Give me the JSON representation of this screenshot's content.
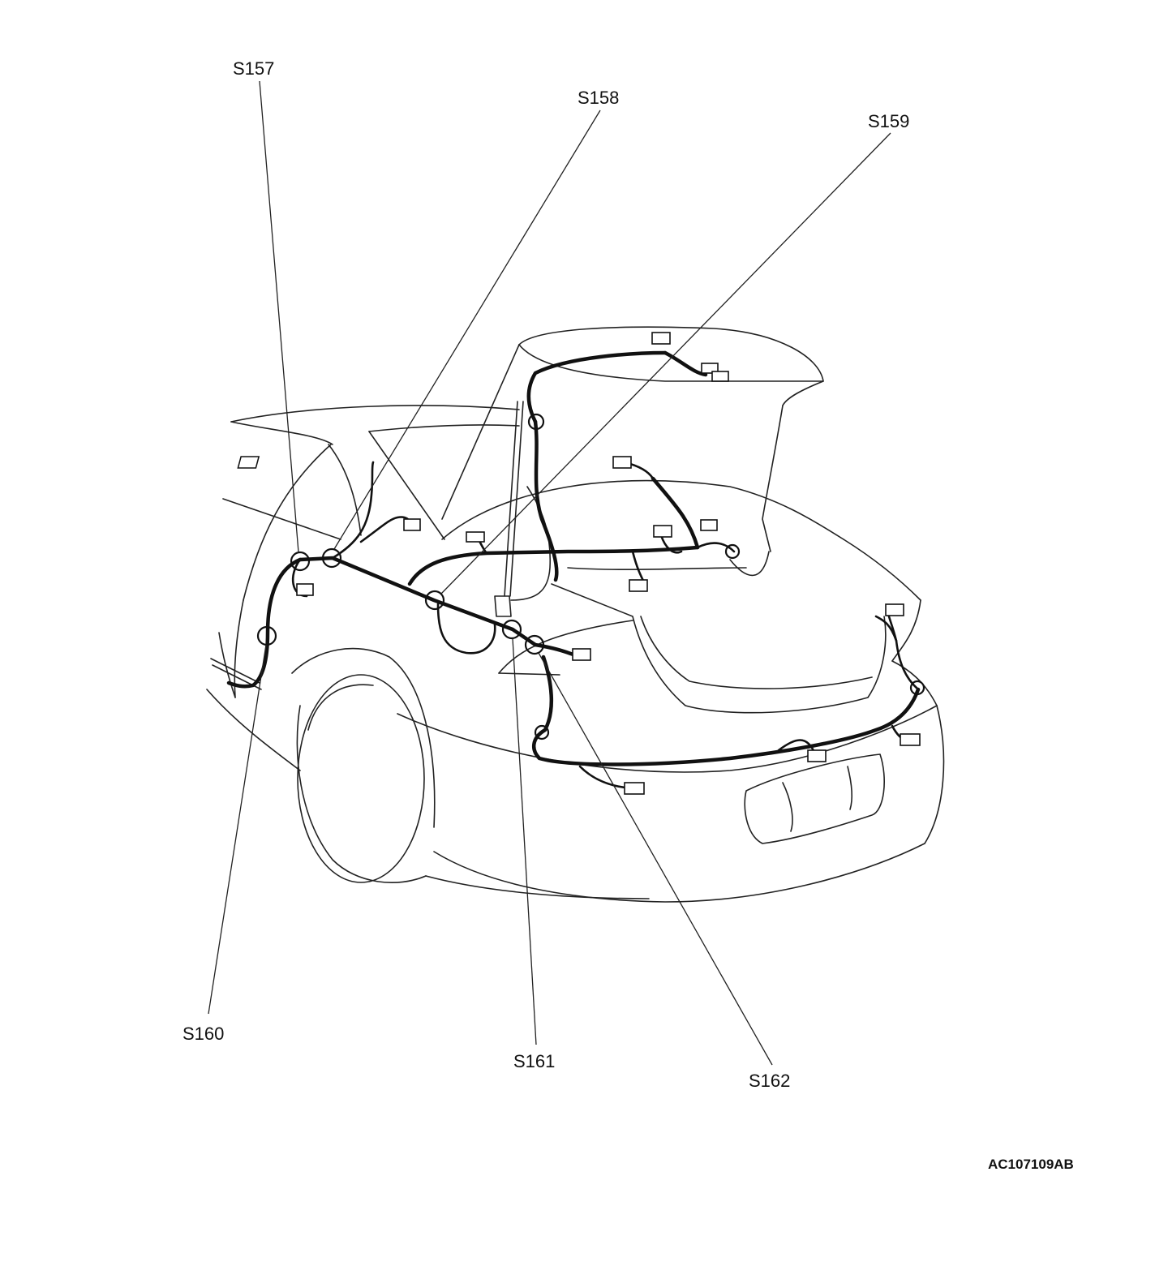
{
  "figure": {
    "code": "AC107109AB",
    "colors": {
      "line": "#222222",
      "harness": "#111111",
      "background": "#ffffff"
    }
  },
  "splices": [
    {
      "id": "s157",
      "label": "S157"
    },
    {
      "id": "s158",
      "label": "S158"
    },
    {
      "id": "s159",
      "label": "S159"
    },
    {
      "id": "s160",
      "label": "S160"
    },
    {
      "id": "s161",
      "label": "S161"
    },
    {
      "id": "s162",
      "label": "S162"
    }
  ]
}
